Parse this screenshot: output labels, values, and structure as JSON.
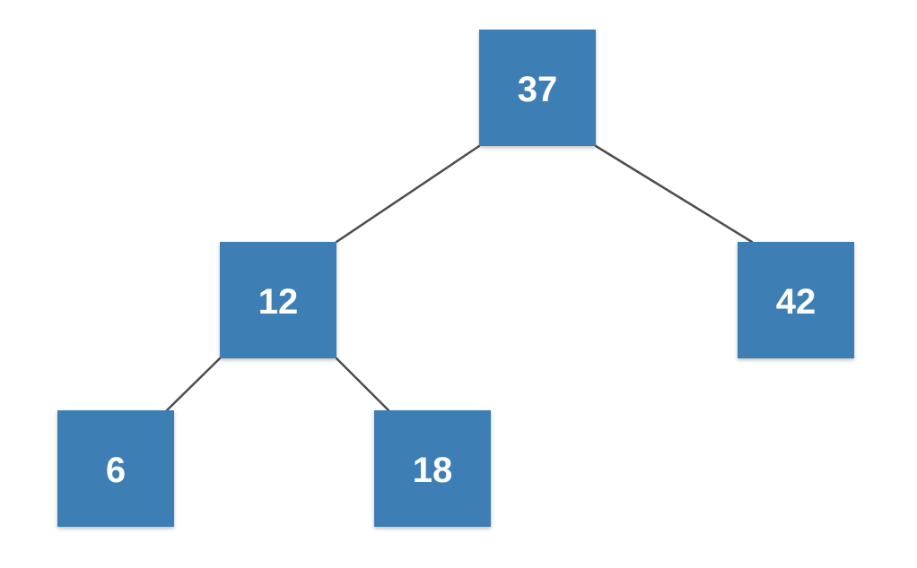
{
  "tree": {
    "node_color": "#3d7fb5",
    "edge_color": "#4d4d4d",
    "label_color": "#ffffff",
    "nodes": [
      {
        "id": "n37",
        "label": "37"
      },
      {
        "id": "n12",
        "label": "12"
      },
      {
        "id": "n42",
        "label": "42"
      },
      {
        "id": "n6",
        "label": "6"
      },
      {
        "id": "n18",
        "label": "18"
      }
    ],
    "edges": [
      {
        "from": "n37",
        "to": "n12"
      },
      {
        "from": "n37",
        "to": "n42"
      },
      {
        "from": "n12",
        "to": "n6"
      },
      {
        "from": "n12",
        "to": "n18"
      }
    ]
  }
}
